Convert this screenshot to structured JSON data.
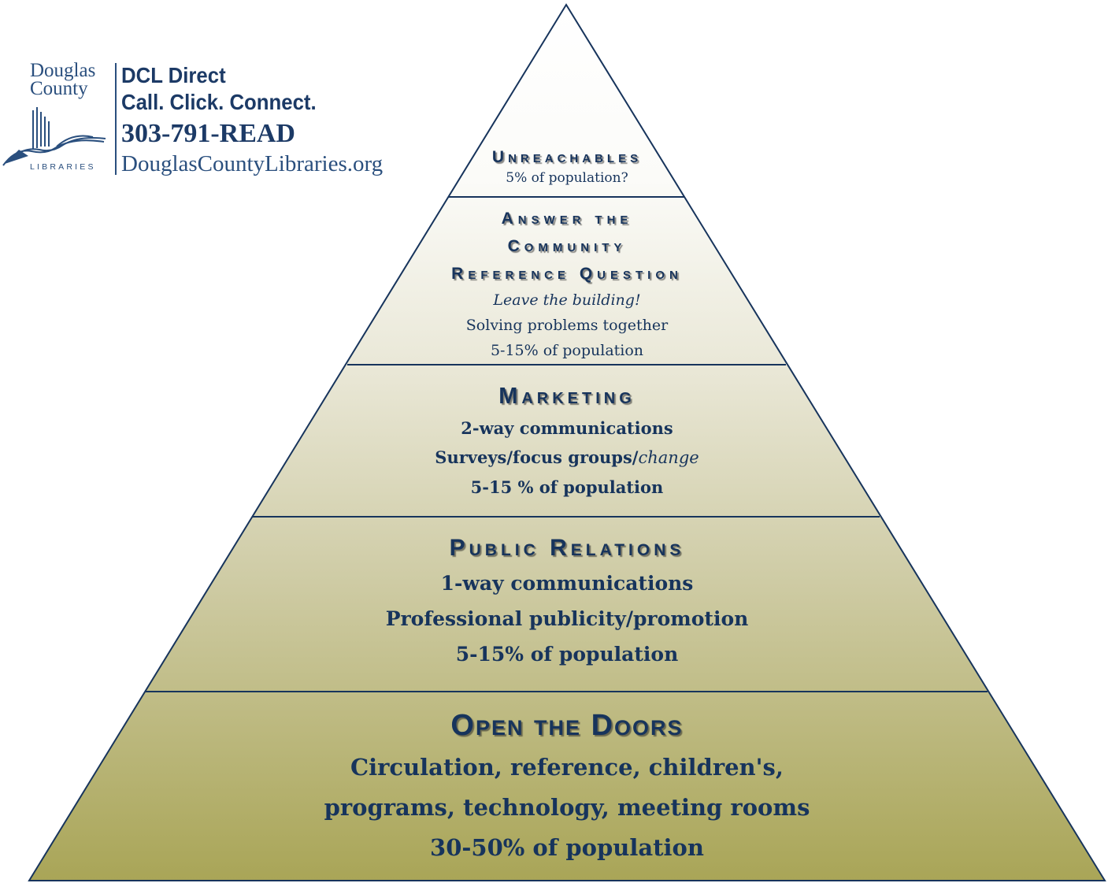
{
  "logo": {
    "name_line1": "Douglas",
    "name_line2": "County",
    "libraries": "LIBRARIES",
    "tagline_title": "DCL Direct",
    "tagline": "Call. Click. Connect.",
    "phone": "303-791-READ",
    "website": "DouglasCountyLibraries.org"
  },
  "tiers": [
    {
      "heading": "Unreachables",
      "lines": [
        "5% of population?"
      ]
    },
    {
      "heading_lines": [
        "Answer the",
        "Community",
        "Reference Question"
      ],
      "italic_line": "Leave the building!",
      "lines": [
        "Solving problems together",
        "5-15% of population"
      ]
    },
    {
      "heading": "Marketing",
      "line1": "2-way communications",
      "line2_plain": "Surveys/focus groups/",
      "line2_italic": "change",
      "line3": "5-15 % of population"
    },
    {
      "heading": "Public Relations",
      "lines": [
        "1-way communications",
        "Professional publicity/promotion",
        "5-15% of population"
      ]
    },
    {
      "heading": "Open the Doors",
      "lines": [
        "Circulation, reference, children's,",
        "programs, technology, meeting rooms",
        "30-50% of population"
      ]
    }
  ],
  "colors": {
    "apex": "#ffffff",
    "base": "#a9a557",
    "outline": "#17345c",
    "text": "#17345c"
  }
}
